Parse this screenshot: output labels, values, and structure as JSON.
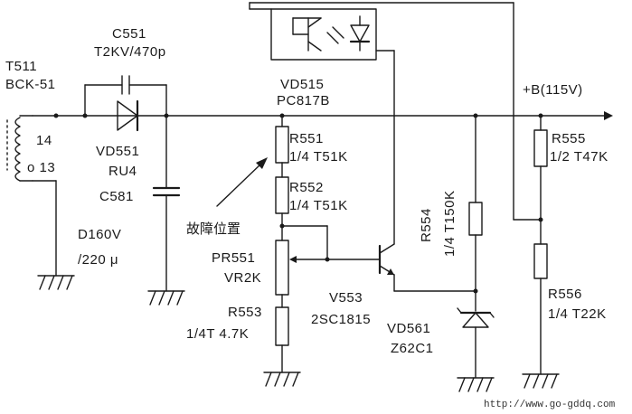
{
  "labels": {
    "t511": "T511",
    "bck51": "BCK-51",
    "c551": "C551",
    "c551_val": "T2KV/470p",
    "vd515": "VD515",
    "pc817b": "PC817B",
    "plus_b": "+B(115V)",
    "pin14": "14",
    "pin13": "o 13",
    "vd551": "VD551",
    "ru4": "RU4",
    "c581": "C581",
    "d160v": "D160V",
    "cap_val": "/220 μ",
    "r551": "R551",
    "r551_val": "1/4 T51K",
    "r552": "R552",
    "r552_val": "1/4 T51K",
    "fault": "故障位置",
    "pr551": "PR551",
    "vr2k": "VR2K",
    "r553": "R553",
    "r553_val": "1/4T 4.7K",
    "v553": "V553",
    "sc1815": "2SC1815",
    "r554": "R554",
    "r554_val": "1/4 T150K",
    "vd561": "VD561",
    "z62c1": "Z62C1",
    "r555": "R555",
    "r555_val": "1/2 T47K",
    "r556": "R556",
    "r556_val": "1/4 T22K",
    "url": "http://www.go-gddq.com"
  }
}
